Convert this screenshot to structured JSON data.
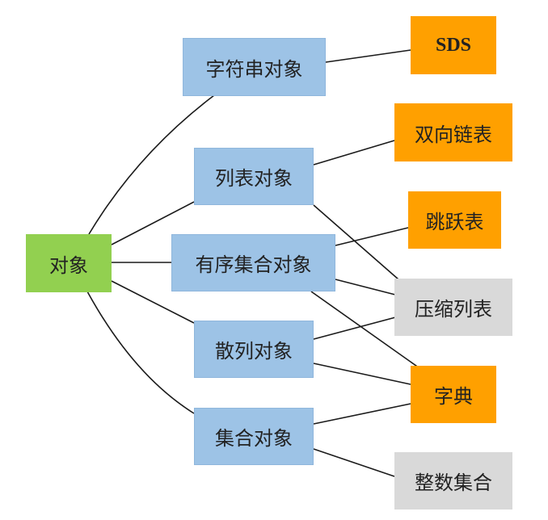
{
  "root": {
    "label": "对象",
    "color": "#92d050"
  },
  "types": [
    {
      "id": "string",
      "label": "字符串对象"
    },
    {
      "id": "list",
      "label": "列表对象"
    },
    {
      "id": "zset",
      "label": "有序集合对象"
    },
    {
      "id": "hash",
      "label": "散列对象"
    },
    {
      "id": "set",
      "label": "集合对象"
    }
  ],
  "encodings": [
    {
      "id": "sds",
      "label": "SDS",
      "color": "#ffa000"
    },
    {
      "id": "linkedlist",
      "label": "双向链表",
      "color": "#ffa000"
    },
    {
      "id": "skiplist",
      "label": "跳跃表",
      "color": "#ffa000"
    },
    {
      "id": "ziplist",
      "label": "压缩列表",
      "color": "#d9d9d9"
    },
    {
      "id": "dict",
      "label": "字典",
      "color": "#ffa000"
    },
    {
      "id": "intset",
      "label": "整数集合",
      "color": "#d9d9d9"
    }
  ],
  "connections": [
    [
      "root",
      "string"
    ],
    [
      "root",
      "list"
    ],
    [
      "root",
      "zset"
    ],
    [
      "root",
      "hash"
    ],
    [
      "root",
      "set"
    ],
    [
      "string",
      "sds"
    ],
    [
      "list",
      "linkedlist"
    ],
    [
      "list",
      "ziplist"
    ],
    [
      "zset",
      "skiplist"
    ],
    [
      "zset",
      "ziplist"
    ],
    [
      "zset",
      "dict"
    ],
    [
      "hash",
      "ziplist"
    ],
    [
      "hash",
      "dict"
    ],
    [
      "set",
      "dict"
    ],
    [
      "set",
      "intset"
    ]
  ]
}
